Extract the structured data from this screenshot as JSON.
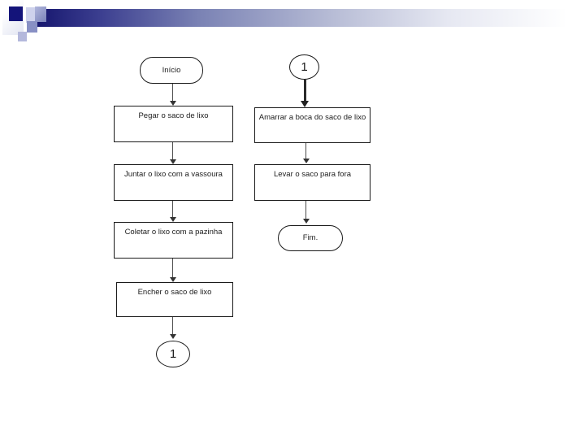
{
  "colors": {
    "bar_dark": "#16166e",
    "bar_mid": "#7a82b4",
    "square_navy": "#14147a",
    "square_slate": "#8890c4",
    "square_lavender": "#ced2ec",
    "line": "#4d4d4d",
    "node_border": "#1a1a1a",
    "text": "#1c1c1c"
  },
  "flowchart": {
    "nodes": {
      "inicio": "Início",
      "pegar": "Pegar o saco de lixo",
      "juntar": "Juntar o lixo com a vassoura",
      "coletar": "Coletar o lixo com a pazinha",
      "encher": "Encher o saco de lixo",
      "connector_out": "1",
      "connector_in": "1",
      "amarrar": "Amarrar a boca do saco de lixo",
      "levar": "Levar o saco para fora",
      "fim": "Fim."
    }
  }
}
